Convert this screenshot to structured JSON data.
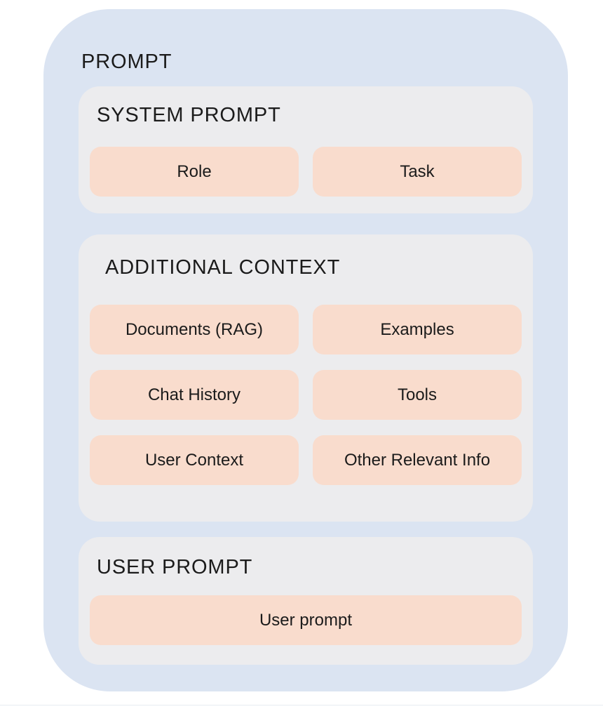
{
  "diagram": {
    "title": "PROMPT",
    "colors": {
      "container_blue": "#dbe4f2",
      "section_gray": "#ececee",
      "chip_peach": "#f9dccd",
      "text": "#1b1b1b"
    },
    "sections": [
      {
        "id": "system-prompt",
        "title": "SYSTEM PROMPT",
        "chips": [
          "Role",
          "Task"
        ]
      },
      {
        "id": "additional-context",
        "title": "ADDITIONAL CONTEXT",
        "chips": [
          "Documents (RAG)",
          "Examples",
          "Chat History",
          "Tools",
          "User Context",
          "Other Relevant Info"
        ]
      },
      {
        "id": "user-prompt",
        "title": "USER PROMPT",
        "chips": [
          "User prompt"
        ]
      }
    ]
  }
}
